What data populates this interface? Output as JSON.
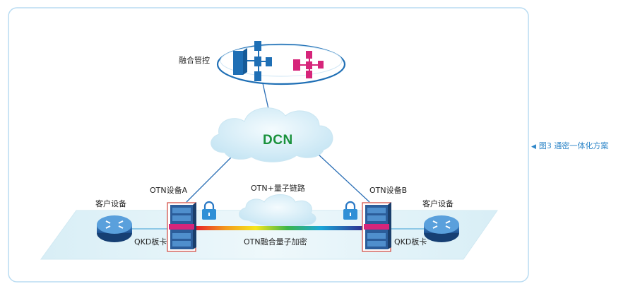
{
  "caption": {
    "arrow": "◀",
    "text": "图3  通密一体化方案"
  },
  "nodes": {
    "management": "融合管控",
    "dcn": "DCN",
    "otn_a": "OTN设备A",
    "otn_b": "OTN设备B",
    "client_left": "客户设备",
    "client_right": "客户设备",
    "qkd_left": "QKD板卡",
    "qkd_right": "QKD板卡"
  },
  "links": {
    "quantum_link": "OTN+量子链路",
    "fusion_encryption": "OTN融合量子加密"
  },
  "colors": {
    "frame_border": "#b9dcf2",
    "platform": "#e4f3f8",
    "device_blue": "#1f6fb5",
    "device_magenta": "#d6257a",
    "dcn_text": "#19913b",
    "caption": "#2e86c8",
    "connector": "#2f7fc4"
  },
  "icons": [
    "router-icon",
    "otn-chassis-icon",
    "lock-icon",
    "cloud-icon",
    "network-tree-icon"
  ]
}
